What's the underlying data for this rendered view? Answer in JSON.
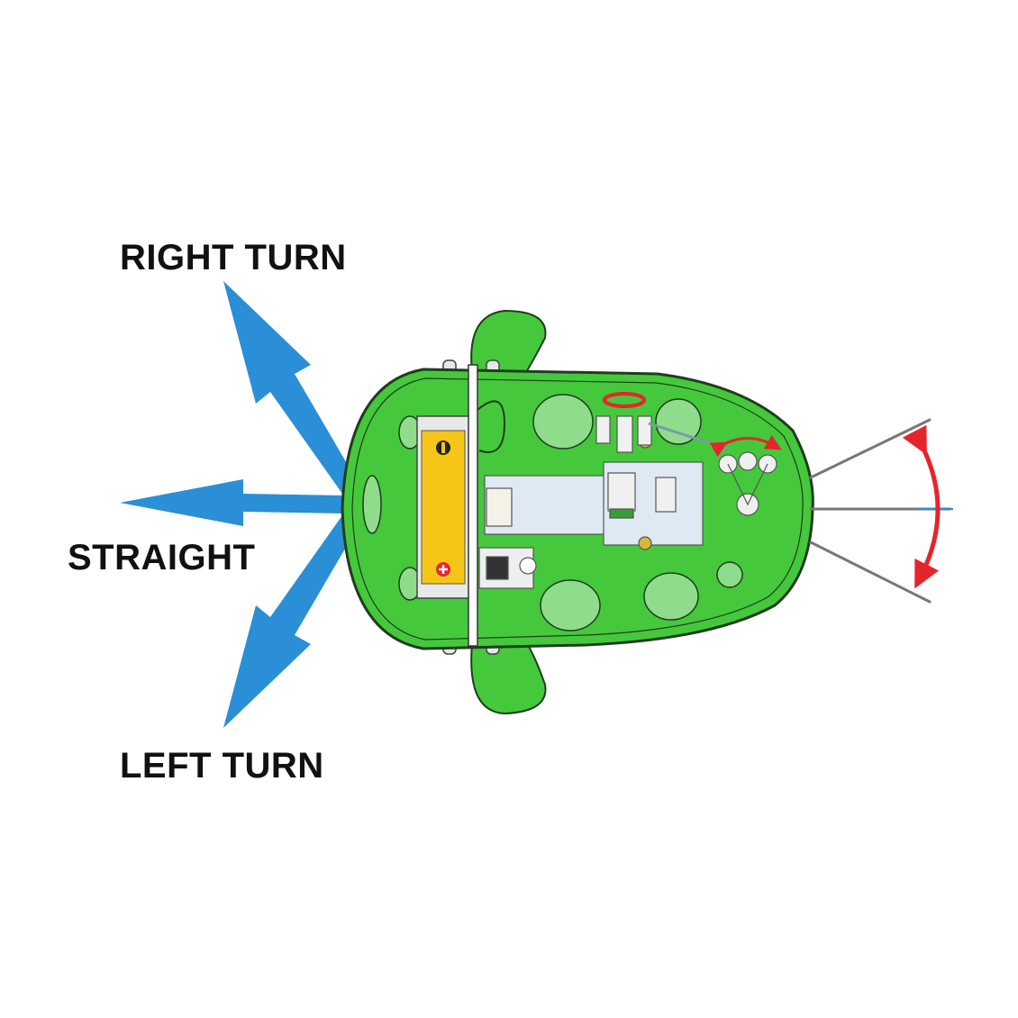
{
  "labels": {
    "right_turn": "RIGHT TURN",
    "straight": "STRAIGHT",
    "left_turn": "LEFT TURN"
  },
  "colors": {
    "arrow": "#2a8fd6",
    "body": "#45c83c",
    "body_spots": "#8fdc8c",
    "battery": "#f5c518",
    "sweep_arrow": "#e4252b",
    "outline": "#1f3d1c"
  },
  "icons": [
    "direction-arrow-icon",
    "robot-body-icon",
    "battery-icon",
    "motor-icon",
    "antenna-icon",
    "sweep-arrow-icon"
  ]
}
